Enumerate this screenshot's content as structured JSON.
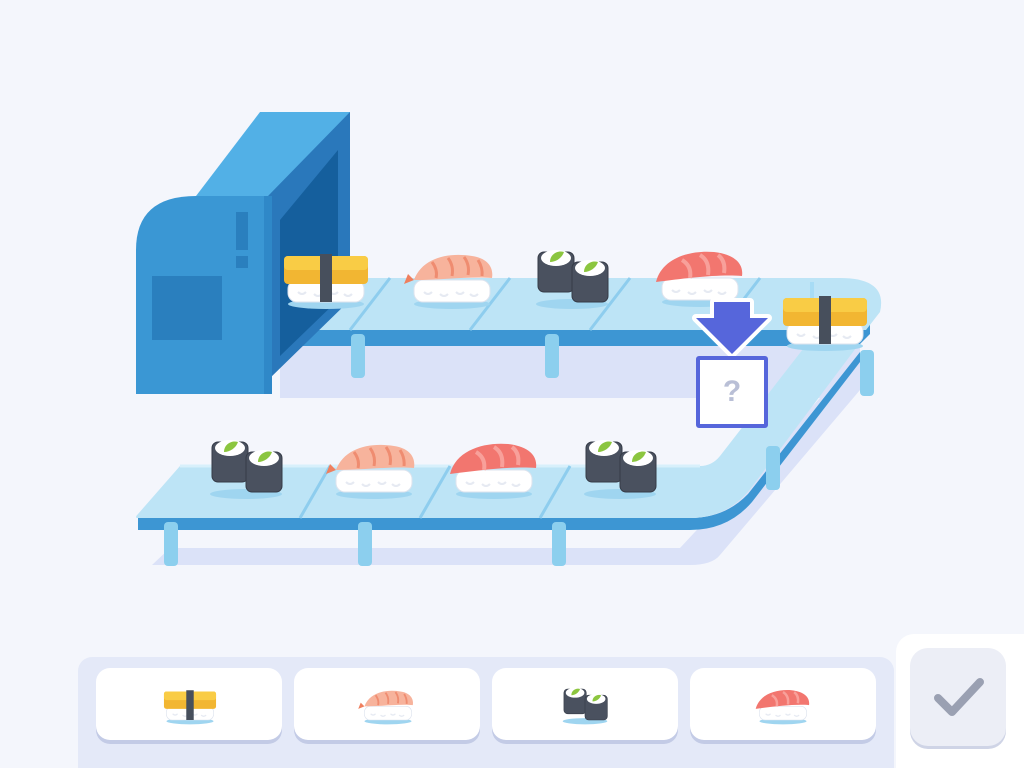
{
  "puzzle": {
    "unknown_label": "?",
    "top_row": [
      "tamago",
      "ebi",
      "maki",
      "salmon",
      "tamago"
    ],
    "bottom_row": [
      "maki",
      "ebi",
      "salmon",
      "maki"
    ]
  },
  "answer_options": [
    {
      "id": "tamago",
      "icon": "tamago-nigiri-icon"
    },
    {
      "id": "ebi",
      "icon": "shrimp-nigiri-icon"
    },
    {
      "id": "maki",
      "icon": "maki-roll-icon"
    },
    {
      "id": "salmon",
      "icon": "salmon-nigiri-icon"
    }
  ],
  "check_button": {
    "icon": "checkmark-icon"
  },
  "colors": {
    "background": "#f4f6fc",
    "machine": "#3a97d4",
    "belt_top": "#bde4f6",
    "belt_edge": "#3d96d3",
    "highlight": "#5666db"
  }
}
